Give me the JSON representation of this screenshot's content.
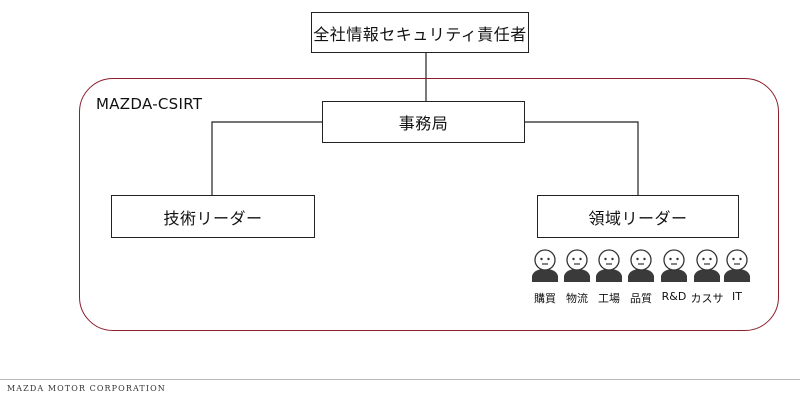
{
  "diagram": {
    "top": "全社情報セキュリティ責任者",
    "group_label": "MAZDA-CSIRT",
    "secretariat": "事務局",
    "tech_leader": "技術リーダー",
    "domain_leader": "領域リーダー",
    "members": [
      "購買",
      "物流",
      "工場",
      "品質",
      "R&D",
      "カスサ",
      "IT"
    ]
  },
  "colors": {
    "frame": "#8b1e2d",
    "lines": "#222222"
  },
  "footer": {
    "company": "MAZDA MOTOR CORPORATION"
  }
}
